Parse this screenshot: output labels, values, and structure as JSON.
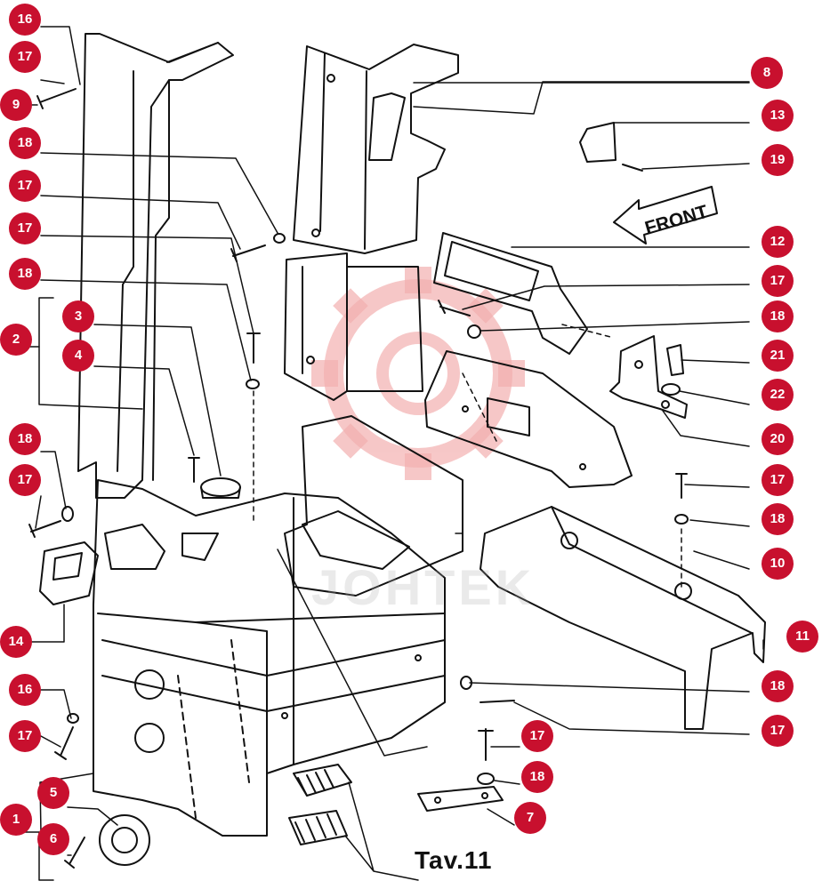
{
  "caption": "Tav.11",
  "watermark": "JOHTEK",
  "front_label": "FRONT",
  "colors": {
    "badge": "#c8102e",
    "line": "#111111",
    "watermark": "#f3b0b0"
  },
  "callouts": [
    {
      "id": "c16a",
      "label": "16"
    },
    {
      "id": "c17a",
      "label": "17"
    },
    {
      "id": "c9",
      "label": "9"
    },
    {
      "id": "c18a",
      "label": "18"
    },
    {
      "id": "c17b",
      "label": "17"
    },
    {
      "id": "c17c",
      "label": "17"
    },
    {
      "id": "c18b",
      "label": "18"
    },
    {
      "id": "c3",
      "label": "3"
    },
    {
      "id": "c2",
      "label": "2"
    },
    {
      "id": "c4",
      "label": "4"
    },
    {
      "id": "c18c",
      "label": "18"
    },
    {
      "id": "c17d",
      "label": "17"
    },
    {
      "id": "c14",
      "label": "14"
    },
    {
      "id": "c16b",
      "label": "16"
    },
    {
      "id": "c17e",
      "label": "17"
    },
    {
      "id": "c5",
      "label": "5"
    },
    {
      "id": "c1",
      "label": "1"
    },
    {
      "id": "c6",
      "label": "6"
    },
    {
      "id": "c8",
      "label": "8"
    },
    {
      "id": "c13",
      "label": "13"
    },
    {
      "id": "c19",
      "label": "19"
    },
    {
      "id": "c12",
      "label": "12"
    },
    {
      "id": "c17f",
      "label": "17"
    },
    {
      "id": "c18d",
      "label": "18"
    },
    {
      "id": "c21",
      "label": "21"
    },
    {
      "id": "c22",
      "label": "22"
    },
    {
      "id": "c20",
      "label": "20"
    },
    {
      "id": "c17g",
      "label": "17"
    },
    {
      "id": "c18e",
      "label": "18"
    },
    {
      "id": "c10",
      "label": "10"
    },
    {
      "id": "c11",
      "label": "11"
    },
    {
      "id": "c18f",
      "label": "18"
    },
    {
      "id": "c17h",
      "label": "17"
    },
    {
      "id": "c17i",
      "label": "17"
    },
    {
      "id": "c18g",
      "label": "18"
    },
    {
      "id": "c7",
      "label": "7"
    }
  ]
}
